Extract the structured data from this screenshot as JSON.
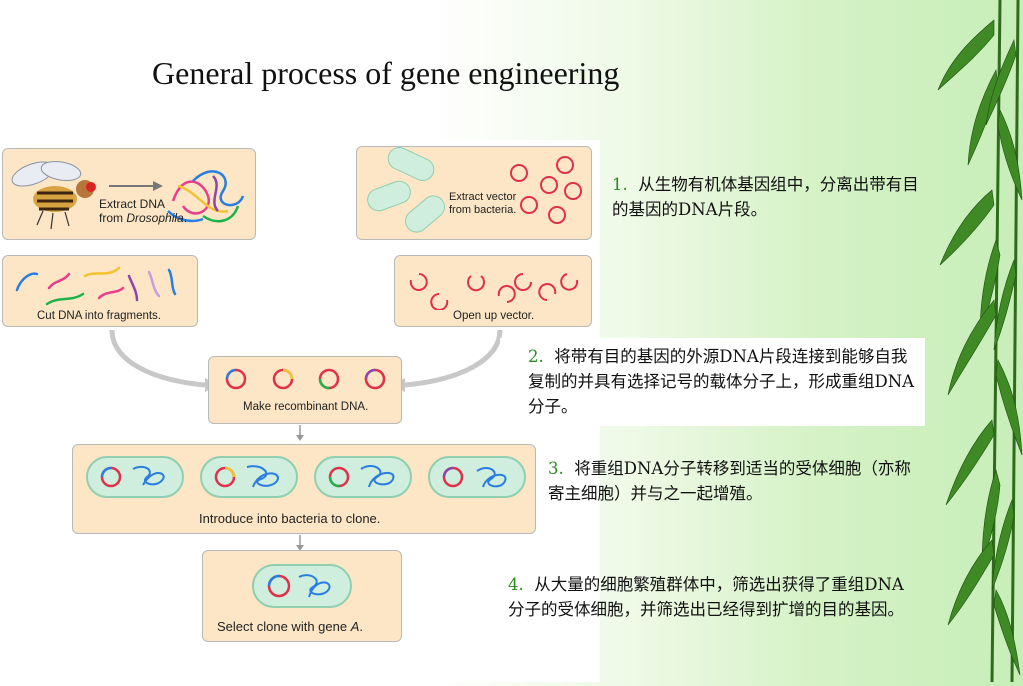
{
  "title": "General process of gene engineering",
  "diagram": {
    "box_extract_dna": {
      "line1": "Extract DNA",
      "line2_prefix": "from ",
      "line2_italic": "Drosophila",
      "line2_suffix": "."
    },
    "box_extract_vector": {
      "line1": "Extract vector",
      "line2": "from bacteria."
    },
    "box_cut": "Cut DNA into fragments.",
    "box_open": "Open up vector.",
    "box_recombinant": "Make recombinant DNA.",
    "box_introduce": "Introduce into bacteria to clone.",
    "box_select": {
      "prefix": "Select clone with gene ",
      "italic": "A",
      "suffix": "."
    }
  },
  "steps": [
    {
      "num": "1.",
      "text": "从生物有机体基因组中，分离出带有目的基因的DNA片段。"
    },
    {
      "num": "2.",
      "text": "将带有目的基因的外源DNA片段连接到能够自我复制的并具有选择记号的载体分子上，形成重组DNA分子。"
    },
    {
      "num": "3.",
      "text": "将重组DNA分子转移到适当的受体细胞（亦称寄主细胞）并与之一起增殖。"
    },
    {
      "num": "4.",
      "text": "从大量的细胞繁殖群体中，筛选出获得了重组DNA分子的受体细胞，并筛选出已经得到扩增的目的基因。"
    }
  ],
  "colors": {
    "box_fill": "#fde6c6",
    "step_number": "#2a8a1e",
    "ring": "#e0304a",
    "bacterium": "#bfe6cf"
  }
}
